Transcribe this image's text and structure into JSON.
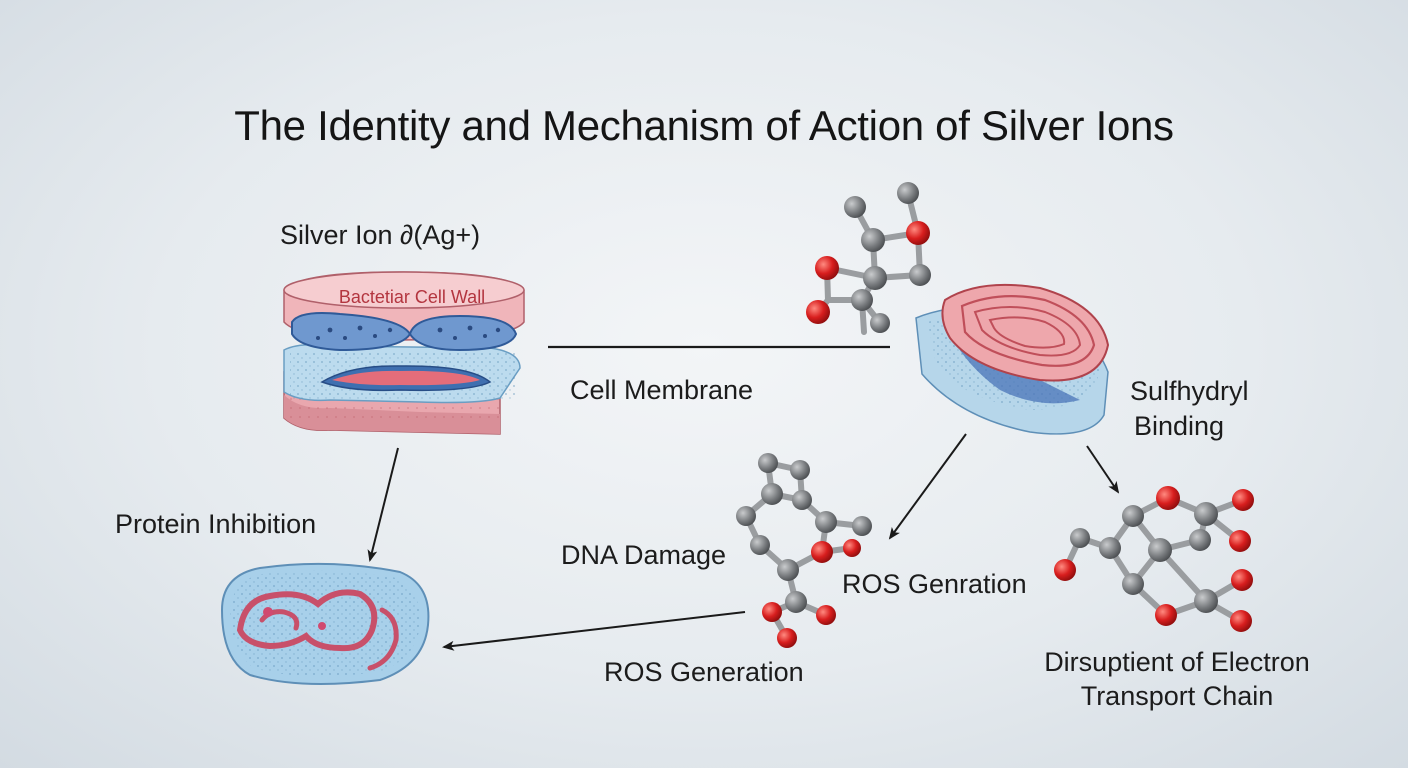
{
  "title": "The Identity and Mechanism of Action of Silver Ions",
  "labels": {
    "silver_ion": "Silver Ion ∂(Ag+)",
    "cell_wall": "Bactetiar Cell Wall",
    "cell_membrane": "Cell Membrane",
    "sulfhydryl_1": "Sulfhydryl",
    "sulfhydryl_2": "Binding",
    "protein_inhibition": "Protein Inhibition",
    "dna_damage": "DNA Damage",
    "ros_genration": "ROS Genration",
    "ros_generation": "ROS Generation",
    "disruption_1": "Dirsuptient of Electron",
    "disruption_2": "Transport Chain"
  },
  "colors": {
    "atom_gray": "#7a7d80",
    "atom_red": "#d81e1e",
    "membrane_pink": "#e7a4a8",
    "membrane_blue": "#a9cfe6",
    "arrow": "#1a1a1a"
  }
}
